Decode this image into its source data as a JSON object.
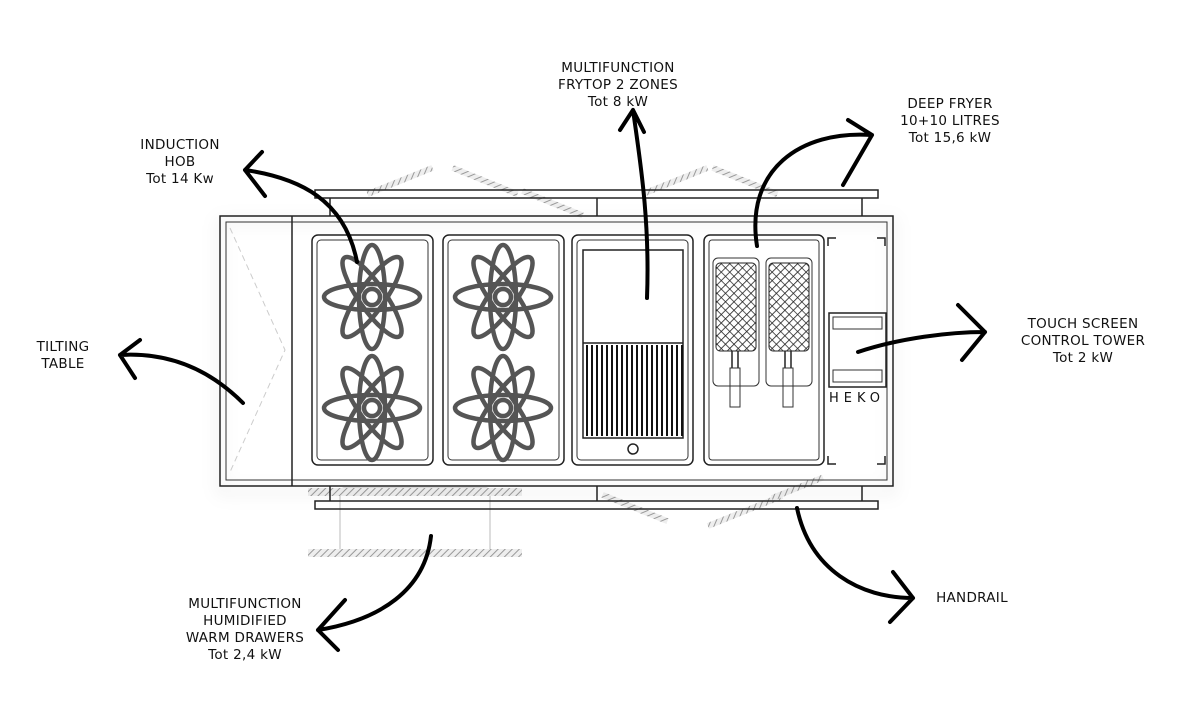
{
  "labels": {
    "induction_hob": [
      "INDUCTION",
      "HOB",
      "Tot 14 Kw"
    ],
    "frytop": [
      "MULTIFUNCTION",
      "FRYTOP 2 ZONES",
      "Tot 8 kW"
    ],
    "deep_fryer": [
      "DEEP FRYER",
      "10+10 LITRES",
      "Tot 15,6 kW"
    ],
    "touch_screen": [
      "TOUCH SCREEN",
      "CONTROL TOWER",
      "Tot 2 kW"
    ],
    "tilting_table": [
      "TILTING",
      "TABLE"
    ],
    "warm_drawers": [
      "MULTIFUNCTION",
      "HUMIDIFIED",
      "WARM DRAWERS",
      "Tot 2,4 kW"
    ],
    "handrail": [
      "HANDRAIL"
    ]
  },
  "brand": "HEKO",
  "colors": {
    "line": "#222222",
    "burner": "#555555",
    "arrow": "#000000",
    "hatch": "#9a9a9a"
  }
}
